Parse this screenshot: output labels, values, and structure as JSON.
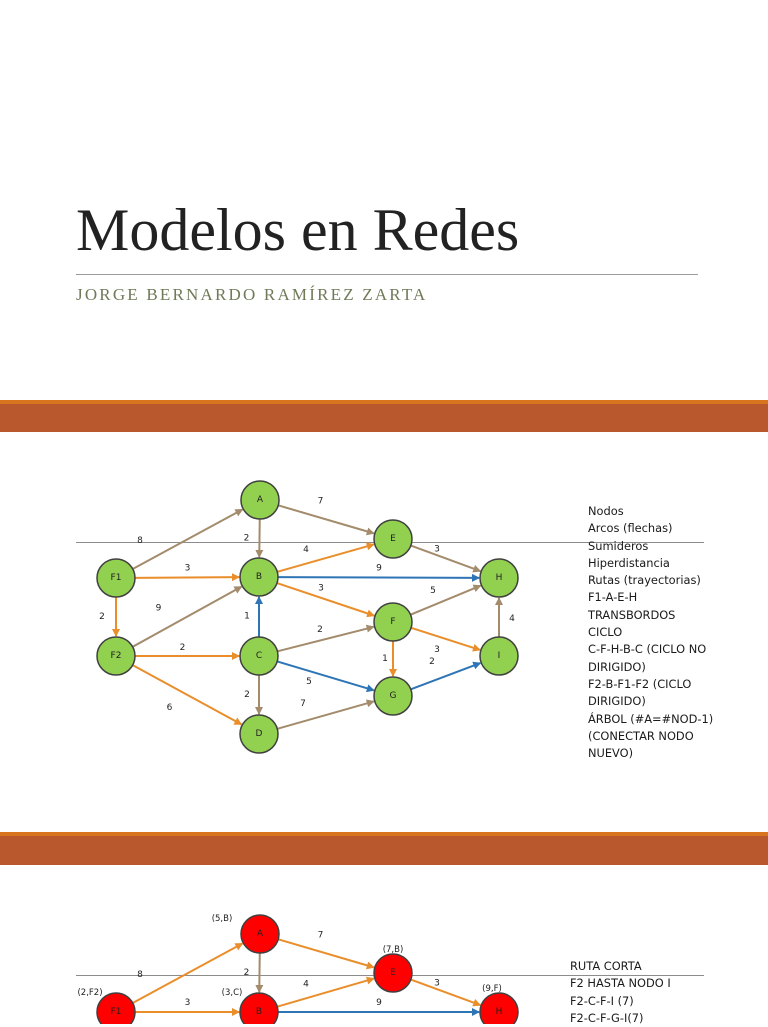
{
  "slide1": {
    "title": "Modelos en Redes",
    "subtitle": "JORGE BERNARDO RAMÍREZ ZARTA"
  },
  "slide2": {
    "notes": [
      "Nodos",
      "Arcos (flechas)",
      "Sumideros",
      "Hiperdistancia",
      "Rutas (trayectorias)",
      "F1-A-E-H",
      "TRANSBORDOS",
      "CICLO",
      "C-F-H-B-C (CICLO NO",
      "DIRIGIDO)",
      "F2-B-F1-F2 (CICLO",
      "DIRIGIDO)",
      "ÁRBOL (#A=#NOD-1)",
      "(CONECTAR NODO",
      "NUEVO)"
    ],
    "node_color": "#92d050",
    "edge_colors": {
      "orange": "#e98e2a",
      "brown": "#a38b6b",
      "blue": "#2e75b6"
    },
    "nodes": [
      {
        "id": "A",
        "label": "A"
      },
      {
        "id": "B",
        "label": "B"
      },
      {
        "id": "C",
        "label": "C"
      },
      {
        "id": "D",
        "label": "D"
      },
      {
        "id": "E",
        "label": "E"
      },
      {
        "id": "F",
        "label": "F"
      },
      {
        "id": "G",
        "label": "G"
      },
      {
        "id": "H",
        "label": "H"
      },
      {
        "id": "I",
        "label": "I"
      },
      {
        "id": "F1",
        "label": "F1"
      },
      {
        "id": "F2",
        "label": "F2"
      }
    ],
    "edges": [
      {
        "from": "F1",
        "to": "A",
        "weight": "8",
        "color": "brown"
      },
      {
        "from": "A",
        "to": "E",
        "weight": "7",
        "color": "brown"
      },
      {
        "from": "A",
        "to": "B",
        "weight": "2",
        "color": "brown"
      },
      {
        "from": "F1",
        "to": "B",
        "weight": "3",
        "color": "orange"
      },
      {
        "from": "B",
        "to": "E",
        "weight": "4",
        "color": "orange"
      },
      {
        "from": "E",
        "to": "H",
        "weight": "3",
        "color": "brown"
      },
      {
        "from": "B",
        "to": "H",
        "weight": "9",
        "color": "blue"
      },
      {
        "from": "B",
        "to": "F",
        "weight": "3",
        "color": "orange"
      },
      {
        "from": "F",
        "to": "H",
        "weight": "5",
        "color": "brown"
      },
      {
        "from": "I",
        "to": "H",
        "weight": "4",
        "color": "brown"
      },
      {
        "from": "F1",
        "to": "F2",
        "weight": "2",
        "color": "orange"
      },
      {
        "from": "F2",
        "to": "B",
        "weight": "9",
        "color": "brown"
      },
      {
        "from": "C",
        "to": "B",
        "weight": "1",
        "color": "blue"
      },
      {
        "from": "F2",
        "to": "C",
        "weight": "2",
        "color": "orange"
      },
      {
        "from": "C",
        "to": "F",
        "weight": "2",
        "color": "brown"
      },
      {
        "from": "F",
        "to": "I",
        "weight": "3",
        "color": "orange"
      },
      {
        "from": "F",
        "to": "G",
        "weight": "1",
        "color": "orange"
      },
      {
        "from": "C",
        "to": "G",
        "weight": "5",
        "color": "blue"
      },
      {
        "from": "G",
        "to": "I",
        "weight": "2",
        "color": "blue"
      },
      {
        "from": "C",
        "to": "D",
        "weight": "2",
        "color": "brown"
      },
      {
        "from": "F2",
        "to": "D",
        "weight": "6",
        "color": "orange"
      },
      {
        "from": "D",
        "to": "G",
        "weight": "7",
        "color": "brown"
      }
    ]
  },
  "slide3": {
    "notes": [
      "RUTA CORTA",
      "F2 HASTA NODO I",
      "F2-C-F-I (7)",
      "F2-C-F-G-I(7)"
    ],
    "node_color": "#ff0000",
    "nodes": [
      {
        "id": "A",
        "label": "A",
        "annotation": "(5,B)"
      },
      {
        "id": "E",
        "label": "E",
        "annotation": "(7,B)"
      },
      {
        "id": "F1",
        "label": "F1",
        "annotation": "(2,F2)"
      },
      {
        "id": "B",
        "label": "B",
        "annotation": "(3,C)"
      },
      {
        "id": "H",
        "label": "H",
        "annotation": "(9,F)"
      }
    ],
    "edges": [
      {
        "from": "F1",
        "to": "A",
        "weight": "8",
        "color": "orange"
      },
      {
        "from": "A",
        "to": "E",
        "weight": "7",
        "color": "orange"
      },
      {
        "from": "A",
        "to": "B",
        "weight": "2",
        "color": "brown"
      },
      {
        "from": "F1",
        "to": "B",
        "weight": "3",
        "color": "orange"
      },
      {
        "from": "B",
        "to": "E",
        "weight": "4",
        "color": "orange"
      },
      {
        "from": "E",
        "to": "H",
        "weight": "3",
        "color": "orange"
      },
      {
        "from": "B",
        "to": "H",
        "weight": "9",
        "color": "blue"
      }
    ]
  }
}
